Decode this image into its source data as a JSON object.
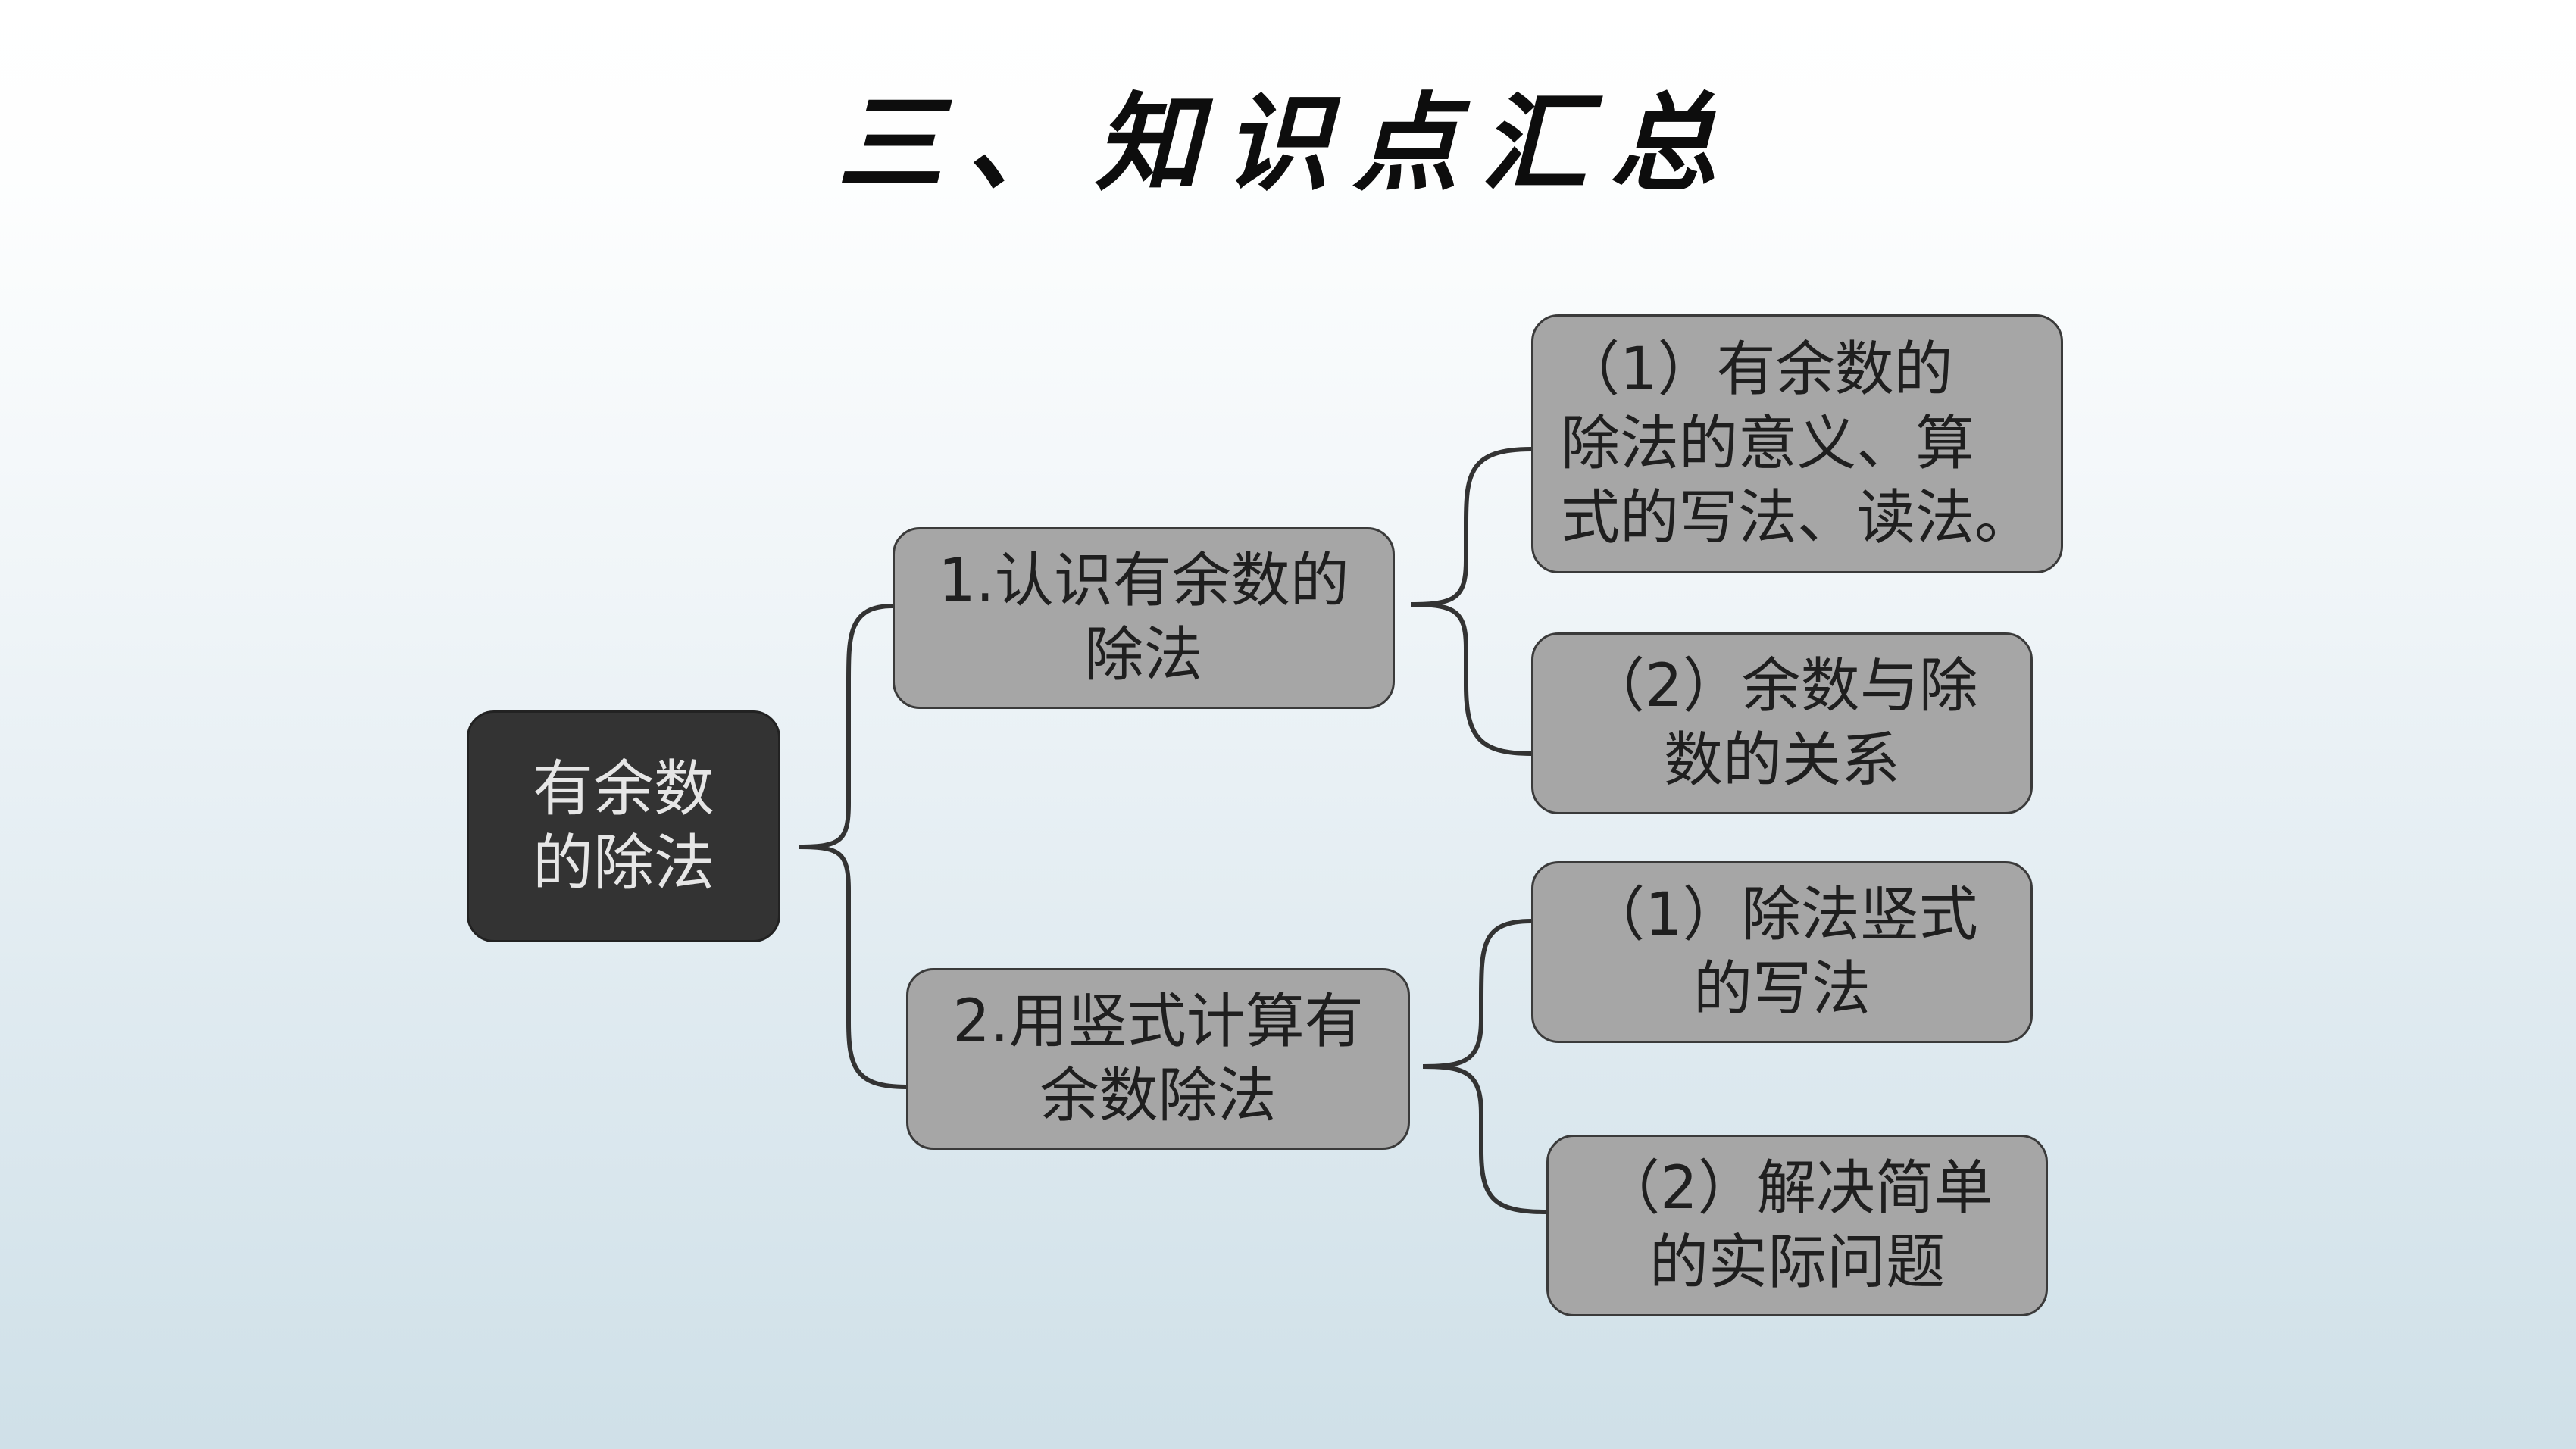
{
  "title": "三、知识点汇总",
  "mind_map": {
    "root": {
      "lines": [
        "有余数",
        "的除法"
      ]
    },
    "branches": [
      {
        "lines": [
          "1.认识有余数的",
          "除法"
        ],
        "children": [
          {
            "lines": [
              "（1）有余数的",
              "除法的意义、算",
              "式的写法、读法。"
            ]
          },
          {
            "lines": [
              "（2）余数与除",
              "数的关系"
            ]
          }
        ]
      },
      {
        "lines": [
          "2.用竖式计算有",
          "余数除法"
        ],
        "children": [
          {
            "lines": [
              "（1）除法竖式",
              "的写法"
            ]
          },
          {
            "lines": [
              "（2）解决简单",
              "的实际问题"
            ]
          }
        ]
      }
    ]
  },
  "colors": {
    "root_fill": "#333333",
    "node_fill": "#a6a6a6",
    "connector": "#333333"
  }
}
